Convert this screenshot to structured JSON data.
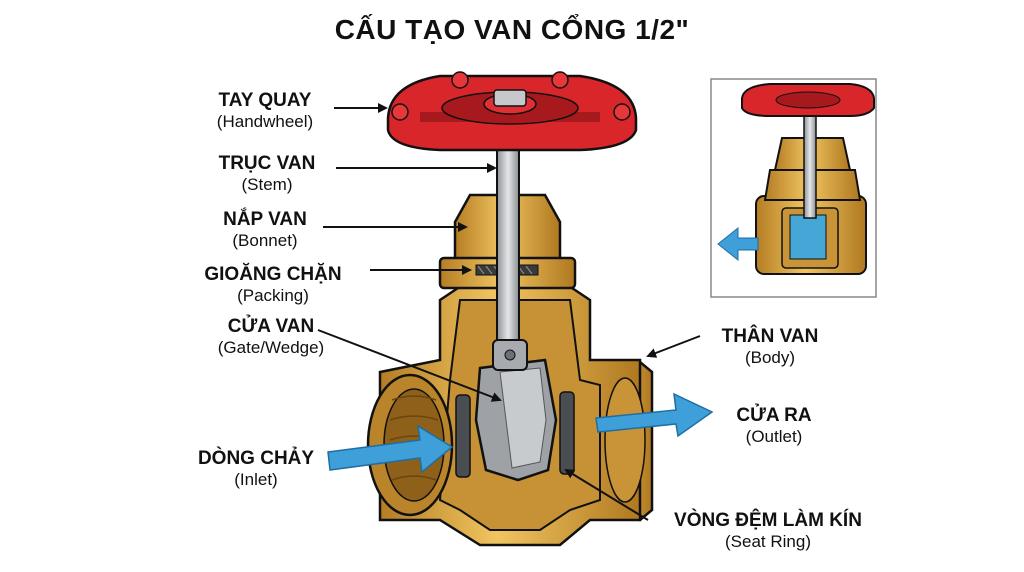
{
  "title": "CẤU TẠO VAN CỔNG 1/2\"",
  "labels": {
    "handwheel": {
      "vi": "TAY QUAY",
      "en": "(Handwheel)"
    },
    "stem": {
      "vi": "TRỤC VAN",
      "en": "(Stem)"
    },
    "bonnet": {
      "vi": "NẮP VAN",
      "en": "(Bonnet)"
    },
    "packing": {
      "vi": "GIOĂNG CHẶN",
      "en": "(Packing)"
    },
    "gate": {
      "vi": "CỬA VAN",
      "en": "(Gate/Wedge)"
    },
    "body": {
      "vi": "THÂN VAN",
      "en": "(Body)"
    },
    "outlet": {
      "vi": "CỬA RA",
      "en": "(Outlet)"
    },
    "inlet": {
      "vi": "DÒNG CHẢY",
      "en": "(Inlet)"
    },
    "seat": {
      "vi": "VÒNG ĐỆM LÀM KÍN",
      "en": "(Seat Ring)"
    }
  },
  "colors": {
    "brass": "#d9a441",
    "brass_dark": "#a8731f",
    "handwheel_red": "#d9262b",
    "stem_gray": "#b9bcc0",
    "flow_blue": "#3e9fd9"
  }
}
